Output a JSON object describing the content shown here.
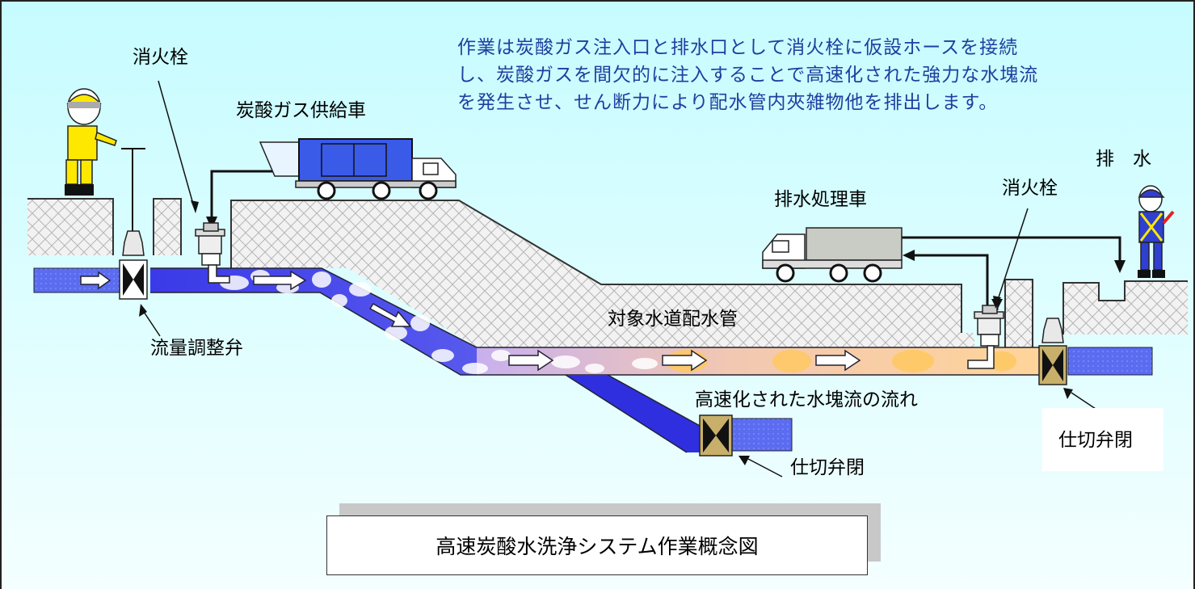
{
  "labels": {
    "hydrant_left": "消火栓",
    "co2_truck": "炭酸ガス供給車",
    "flow_valve": "流量調整弁",
    "drain_truck": "排水処理車",
    "hydrant_right": "消火栓",
    "drain_label": "排　水",
    "target_pipe": "対象水道配水管",
    "slug_flow": "高速化された水塊流の流れ",
    "gate_valve_bottom": "仕切弁閉",
    "gate_valve_right": "仕切弁閉"
  },
  "description": [
    "作業は炭酸ガス注入口と排水口として消火栓に仮設ホースを接続",
    "し、炭酸ガスを間欠的に注入することで高速化された強力な水塊流",
    "を発生させ、せん断力により配水管内夾雑物他を排出します。"
  ],
  "title": "高速炭酸水洗浄システム作業概念図",
  "colors": {
    "background_top": "#ccffff",
    "background_bottom": "#f4ffff",
    "pipe_blue": "#2f2fe0",
    "pipe_blue_light": "#5a6cf0",
    "pipe_orange": "#ffd49a",
    "ground_pattern": "#b0b0b0",
    "description_text": "#1f3f9f"
  },
  "icons": [
    "worker-yellow",
    "worker-blue",
    "co2-truck",
    "drain-truck",
    "hydrant",
    "gate-valve",
    "flow-arrow"
  ]
}
